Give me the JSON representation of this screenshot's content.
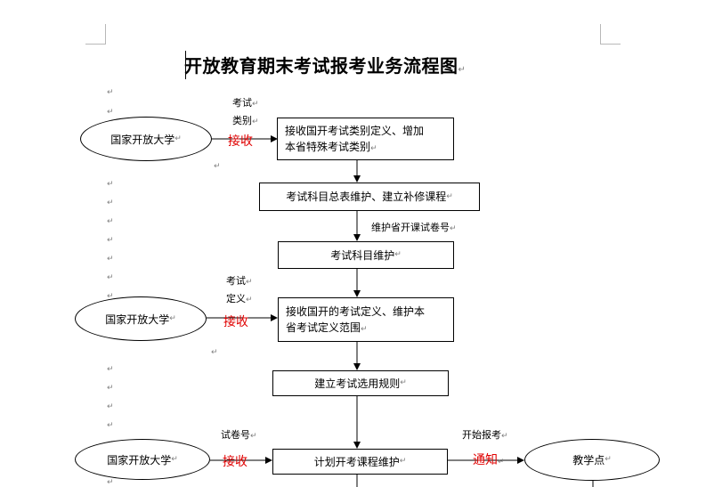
{
  "title": "开放教育期末考试报考业务流程图",
  "paragraph_mark": "↵",
  "sources": {
    "university": "国家开放大学",
    "teaching_point": "教学点"
  },
  "steps": {
    "receive_exam_categories": [
      "接收国开考试类别定义、增加",
      "本省特殊考试类别"
    ],
    "maintain_subject_master": "考试科目总表维护、建立补修课程",
    "maintain_exam_subjects": "考试科目维护",
    "receive_exam_definition": [
      "接收国开的考试定义、维护本",
      "省考试定义范围"
    ],
    "build_selection_rules": "建立考试选用规则",
    "maintain_exam_courses": "计划开考课程维护"
  },
  "edge_labels": {
    "exam_category": [
      "考试",
      "类别"
    ],
    "exam_definition": [
      "考试",
      "定义"
    ],
    "paper_number": "试卷号",
    "maintain_paper_number": "维护省开课试卷号",
    "start_registration": "开始报考"
  },
  "actions": {
    "receive": "接收",
    "notify": "通知"
  }
}
